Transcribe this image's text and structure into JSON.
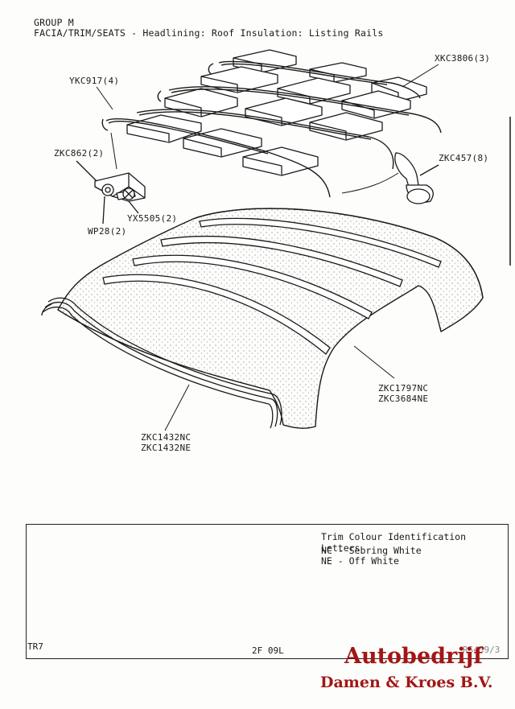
{
  "header": {
    "group": "GROUP M",
    "title": "FACIA/TRIM/SEATS - Headlining: Roof Insulation: Listing Rails"
  },
  "callouts": {
    "insulation": "XKC3806(3)",
    "listing_rail": "YKC917(4)",
    "clip": "ZKC457(8)",
    "bracket": "ZKC862(2)",
    "screw": "YX5505(2)",
    "washer": "WP28(2)",
    "headlining_1": "ZKC1797NC",
    "headlining_2": "ZKC3684NE",
    "rear_trim_1": "ZKC1432NC",
    "rear_trim_2": "ZKC1432NE"
  },
  "trim_colour": {
    "title": "Trim Colour Identification Letters",
    "codes": [
      {
        "text": "NC - Sebring White"
      },
      {
        "text": "NE - Off White"
      }
    ]
  },
  "footer": {
    "model": "TR7",
    "page": "2F 09L",
    "ref": "RS459/3"
  },
  "watermark": {
    "line1": "Autobedrijf",
    "line2": "Damen & Kroes B.V."
  },
  "colors": {
    "line": "#1a1a1a",
    "watermark": "#a31515",
    "paper": "#fdfdfb"
  }
}
